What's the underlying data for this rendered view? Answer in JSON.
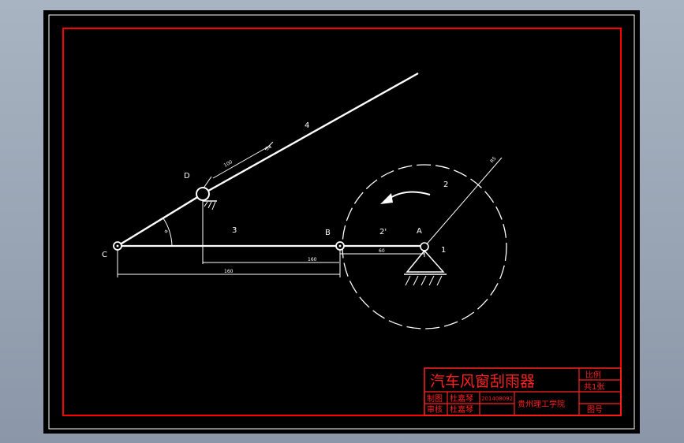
{
  "colors": {
    "background": "#000000",
    "frame_outer": "#ffffff",
    "frame_inner": "#ff0000",
    "lines": "#ffffff",
    "title_block": "#ff2020"
  },
  "drawing": {
    "point_labels": {
      "C": "C",
      "D": "D",
      "B": "B",
      "A": "A"
    },
    "link_labels": {
      "l1": "1",
      "l2": "2",
      "l2b": "2'",
      "l3": "3",
      "l4": "4"
    },
    "dimensions": {
      "d_cb": "160",
      "d_fixed_b": "160",
      "d_ba": "60",
      "d_cd": "100",
      "d_radius": "R5",
      "d_mark": "54",
      "angle": "α"
    }
  },
  "title_block": {
    "title": "汽车风窗刮雨器",
    "scale_label": "比例",
    "sheet_label": "共1张",
    "drawn_label": "制图",
    "drawn_by": "杜嘉琴",
    "check_label": "审核",
    "checked_by": "杜嘉琴",
    "student_no": "201408092",
    "school": "贵州理工学院",
    "drawing_no_label": "图号"
  }
}
